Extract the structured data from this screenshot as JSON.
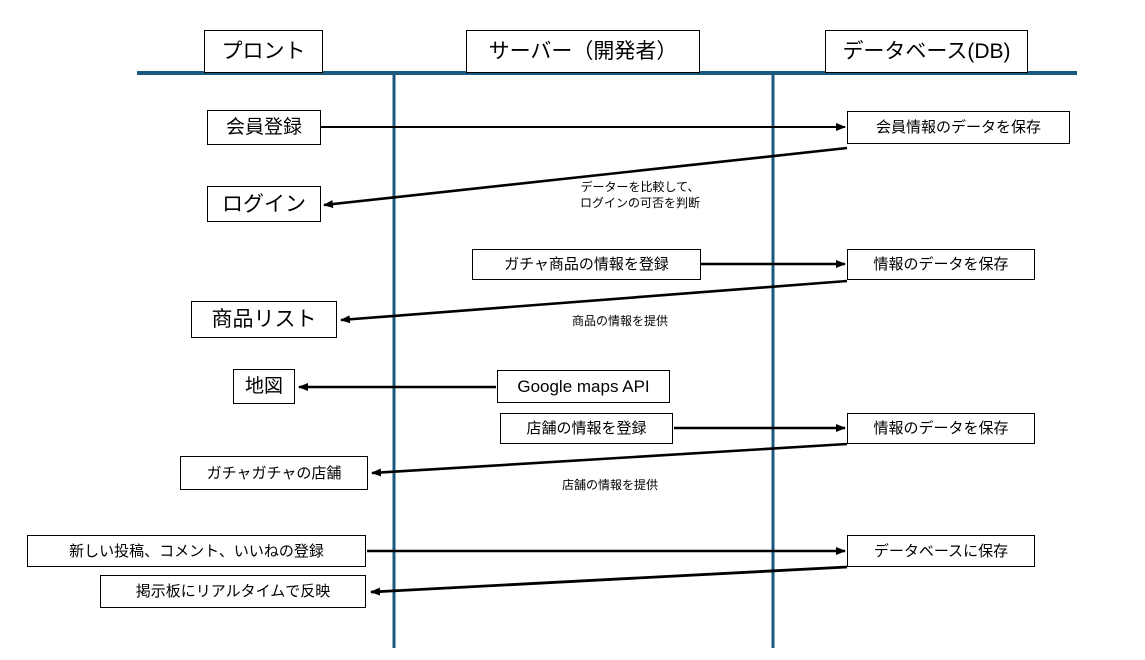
{
  "diagram": {
    "title_bar_color": "#1b5a80",
    "box_border_color": "#000000",
    "arrow_color": "#000000",
    "background": "#ffffff",
    "lanes": [
      {
        "id": "front",
        "label": "プロント"
      },
      {
        "id": "server",
        "label": "サーバー（開発者）"
      },
      {
        "id": "db",
        "label": "データベース(DB)"
      }
    ],
    "nodes": [
      {
        "id": "n1",
        "label": "会員登録",
        "lane": "front"
      },
      {
        "id": "n2",
        "label": "会員情報のデータを保存",
        "lane": "db"
      },
      {
        "id": "n3",
        "label": "ログイン",
        "lane": "front"
      },
      {
        "id": "n4",
        "label": "ガチャ商品の情報を登録",
        "lane": "server"
      },
      {
        "id": "n5",
        "label": "情報のデータを保存",
        "lane": "db"
      },
      {
        "id": "n6",
        "label": "商品リスト",
        "lane": "front"
      },
      {
        "id": "n7",
        "label": "地図",
        "lane": "front"
      },
      {
        "id": "n8",
        "label": "Google maps API",
        "lane": "server"
      },
      {
        "id": "n9",
        "label": "店舗の情報を登録",
        "lane": "server"
      },
      {
        "id": "n10",
        "label": "情報のデータを保存",
        "lane": "db"
      },
      {
        "id": "n11",
        "label": "ガチャガチャの店舗",
        "lane": "front"
      },
      {
        "id": "n12",
        "label": "新しい投稿、コメント、いいねの登録",
        "lane": "front"
      },
      {
        "id": "n13",
        "label": "データベースに保存",
        "lane": "db"
      },
      {
        "id": "n14",
        "label": "掲示板にリアルタイムで反映",
        "lane": "front"
      }
    ],
    "arrow_labels": [
      {
        "id": "a1",
        "line1": "データーを比較して、",
        "line2": "ログインの可否を判断"
      },
      {
        "id": "a2",
        "line1": "商品の情報を提供",
        "line2": ""
      },
      {
        "id": "a3",
        "line1": "店舗の情報を提供",
        "line2": ""
      }
    ]
  }
}
